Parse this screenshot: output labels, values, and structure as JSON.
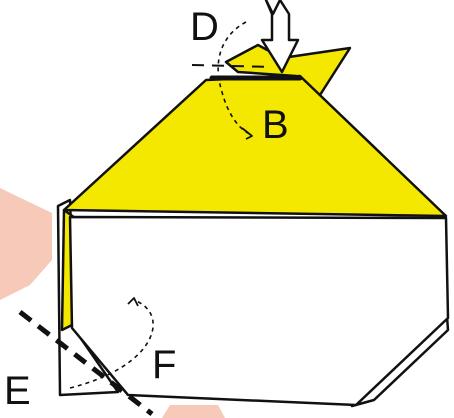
{
  "diagram": {
    "labels": {
      "d": "D",
      "b": "B",
      "e": "E",
      "f": "F"
    },
    "colors": {
      "paper_yellow": "#F5E800",
      "paper_white": "#FFFFFF",
      "hand_background": "#F7C9B9",
      "outline": "#111111"
    },
    "icons": {
      "push_arrow": "push-down-arrow-icon",
      "fold_arrow_top": "curved-dashed-arrow-icon",
      "fold_arrow_bottom": "curved-dashed-arrow-icon"
    }
  }
}
